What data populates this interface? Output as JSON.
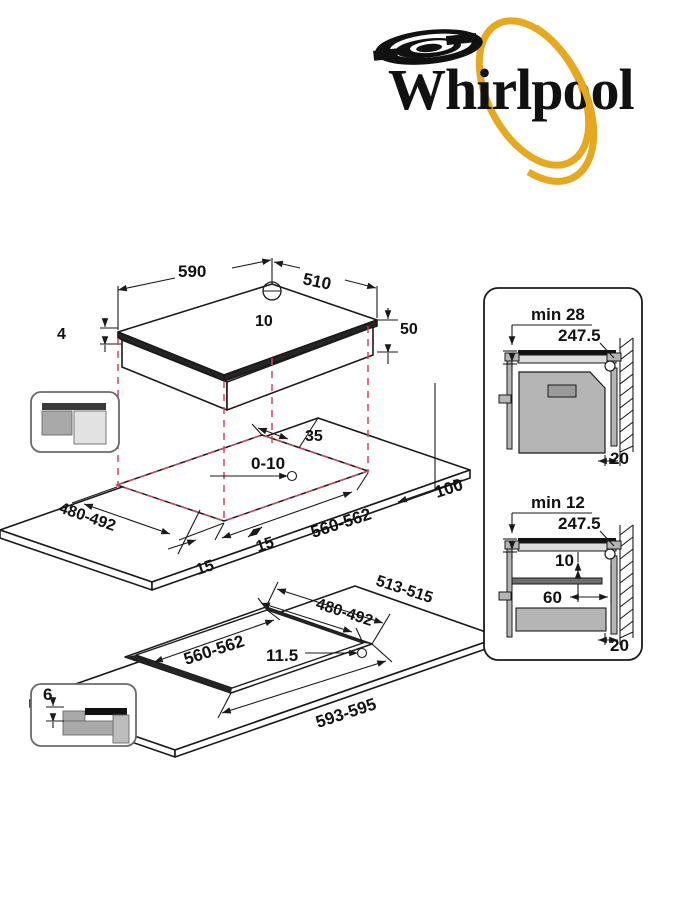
{
  "document": {
    "type": "installation-dimension-drawing",
    "product_category": "built-in-hob",
    "units": "mm"
  },
  "brand": {
    "name": "Whirlpool",
    "logo_swirl_color": "#111111",
    "logo_ring_color": "#e5a81e"
  },
  "colors": {
    "line": "#1a1a1a",
    "dashed_projection": "#d2455c",
    "panel_border": "#1a1a1a",
    "fill_gray_light": "#d9d9d9",
    "fill_gray_mid": "#b5b5b5",
    "fill_gray_dark": "#8e8e8e",
    "fill_black": "#242424",
    "background": "#ffffff"
  },
  "views": {
    "hob_isometric": {
      "name": "Hob top view (isometric)",
      "dimensions": {
        "width": "590",
        "depth": "510",
        "glass_thickness": "4",
        "body_height": "50",
        "corner_radius_marker": "10"
      }
    },
    "worktop_cutout": {
      "name": "Worktop cut-out (isometric)",
      "dimensions": {
        "cutout_depth": "480-492",
        "cutout_width": "560-562",
        "front_edge_offset": "35",
        "rear_clearance": "0-10",
        "side_margin_left": "15",
        "side_margin_right": "15",
        "worktop_front_depth": "100"
      }
    },
    "flush_cutout": {
      "name": "Flush-mount cut-out (isometric)",
      "dimensions": {
        "outer_depth": "513-515",
        "inner_depth": "480-492",
        "inner_width": "560-562",
        "step_width": "11.5",
        "outer_width": "593-595"
      }
    },
    "detail_flush_top": {
      "name": "Flush mounting edge detail",
      "label": ""
    },
    "detail_edge_bottom": {
      "name": "Worktop edge profile detail",
      "label": "6"
    },
    "panel_oven": {
      "name": "Installation above oven",
      "dimensions": {
        "min_clearance": "min 28",
        "hob_depth": "247.5",
        "rear_wall_gap": "20"
      }
    },
    "panel_drawer": {
      "name": "Installation above drawer",
      "dimensions": {
        "min_clearance": "min 12",
        "hob_depth": "247.5",
        "shelf_gap": "10",
        "drawer_offset": "60",
        "rear_wall_gap": "20"
      }
    }
  },
  "labels": {
    "w590": "590",
    "d510": "510",
    "t4": "4",
    "h50": "50",
    "r10": "10",
    "f35": "35",
    "rear0_10": "0-10",
    "cut480": "480-492",
    "cut560": "560-562",
    "m15a": "15",
    "m15b": "15",
    "front100": "100",
    "fl513": "513-515",
    "fl480": "480-492",
    "fl560": "560-562",
    "fl115": "11.5",
    "fl593": "593-595",
    "det6": "6",
    "min28": "min 28",
    "d2475a": "247.5",
    "g20a": "20",
    "min12": "min 12",
    "d2475b": "247.5",
    "g10": "10",
    "g60": "60",
    "g20b": "20"
  }
}
